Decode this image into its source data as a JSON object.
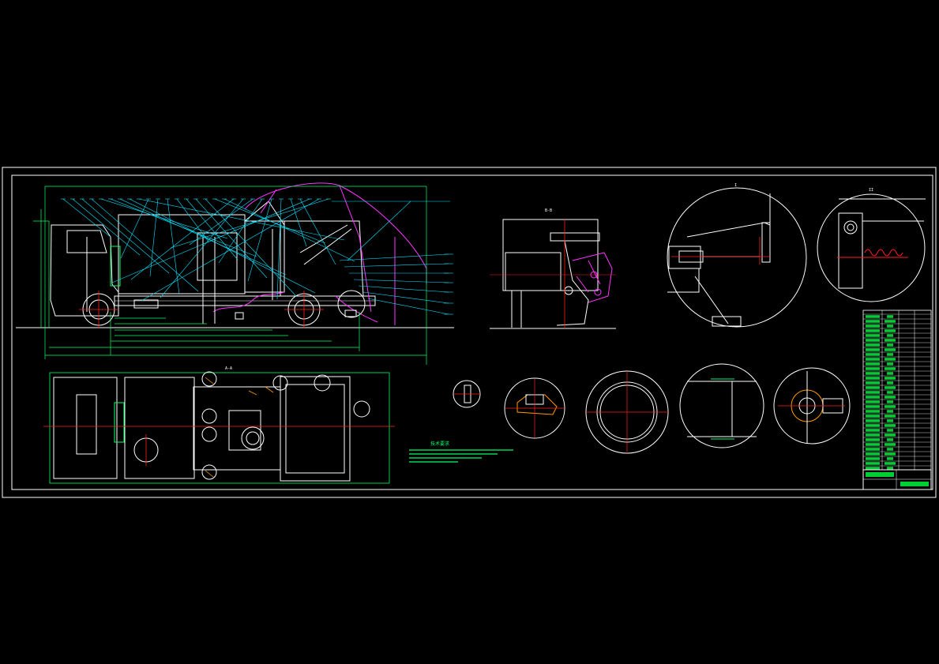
{
  "viewer": {
    "background": "#000000",
    "frame_color": "#ffffff"
  },
  "colors": {
    "outline": "#ffffff",
    "dimension": "#00ff66",
    "leader": "#00e5ff",
    "hose": "#ff33ff",
    "centerline": "#ff2020",
    "table_fill": "#00cc33",
    "note_text": "#00ff66",
    "hatch": "#ff9900"
  },
  "drawing": {
    "section_marks": {
      "plan_view": "A-A",
      "side_section": "B-B",
      "detail_1": "I",
      "detail_2": "II"
    },
    "notes_title": "技术要求",
    "title_block_title": ""
  }
}
